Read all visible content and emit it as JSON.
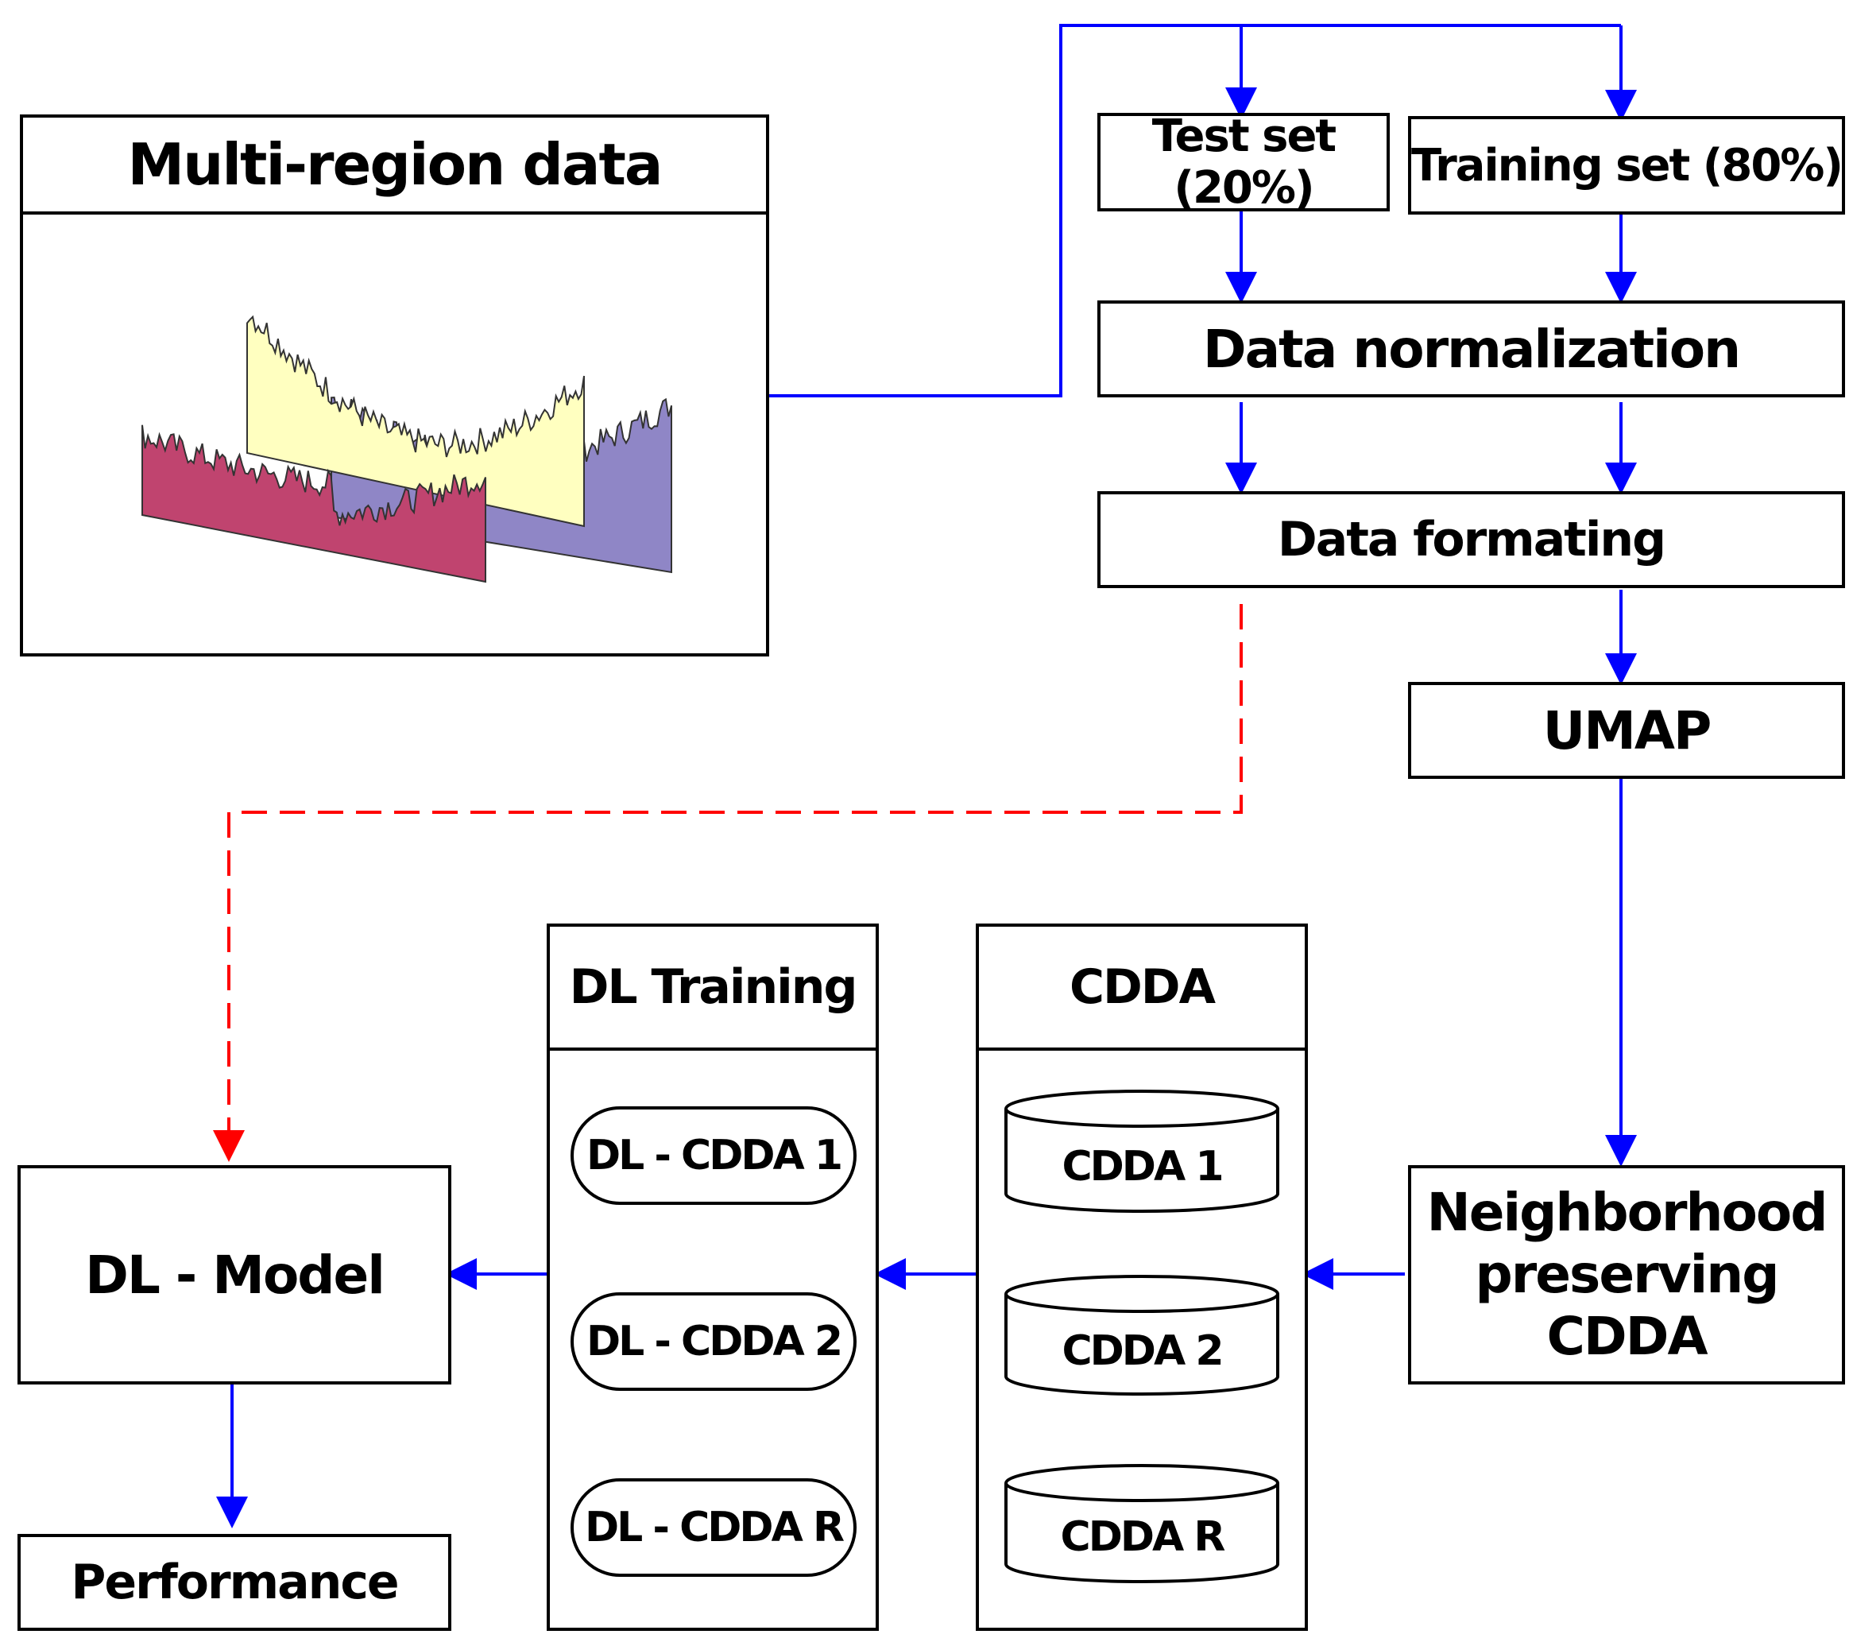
{
  "multi_region": {
    "title": "Multi-region data"
  },
  "test_set": {
    "label": "Test set (20%)"
  },
  "training_set": {
    "label": "Training set (80%)"
  },
  "data_normalization": {
    "label": "Data normalization"
  },
  "data_formating": {
    "label": "Data formating"
  },
  "umap": {
    "label": "UMAP"
  },
  "neighborhood": {
    "line1": "Neighborhood",
    "line2": "preserving",
    "line3": "CDDA"
  },
  "cdda_panel": {
    "title": "CDDA",
    "items": [
      "CDDA 1",
      "CDDA 2",
      "CDDA R"
    ]
  },
  "dl_training_panel": {
    "title": "DL Training",
    "items": [
      "DL - CDDA 1",
      "DL - CDDA 2",
      "DL - CDDA R"
    ]
  },
  "dl_model": {
    "label": "DL - Model"
  },
  "performance": {
    "label": "Performance"
  },
  "colors": {
    "arrow_blue": "#0000ff",
    "arrow_red_dashed": "#ff0000",
    "series_front": "#c0446f",
    "series_middle": "#ffffc0",
    "series_back": "#8f86c6"
  }
}
